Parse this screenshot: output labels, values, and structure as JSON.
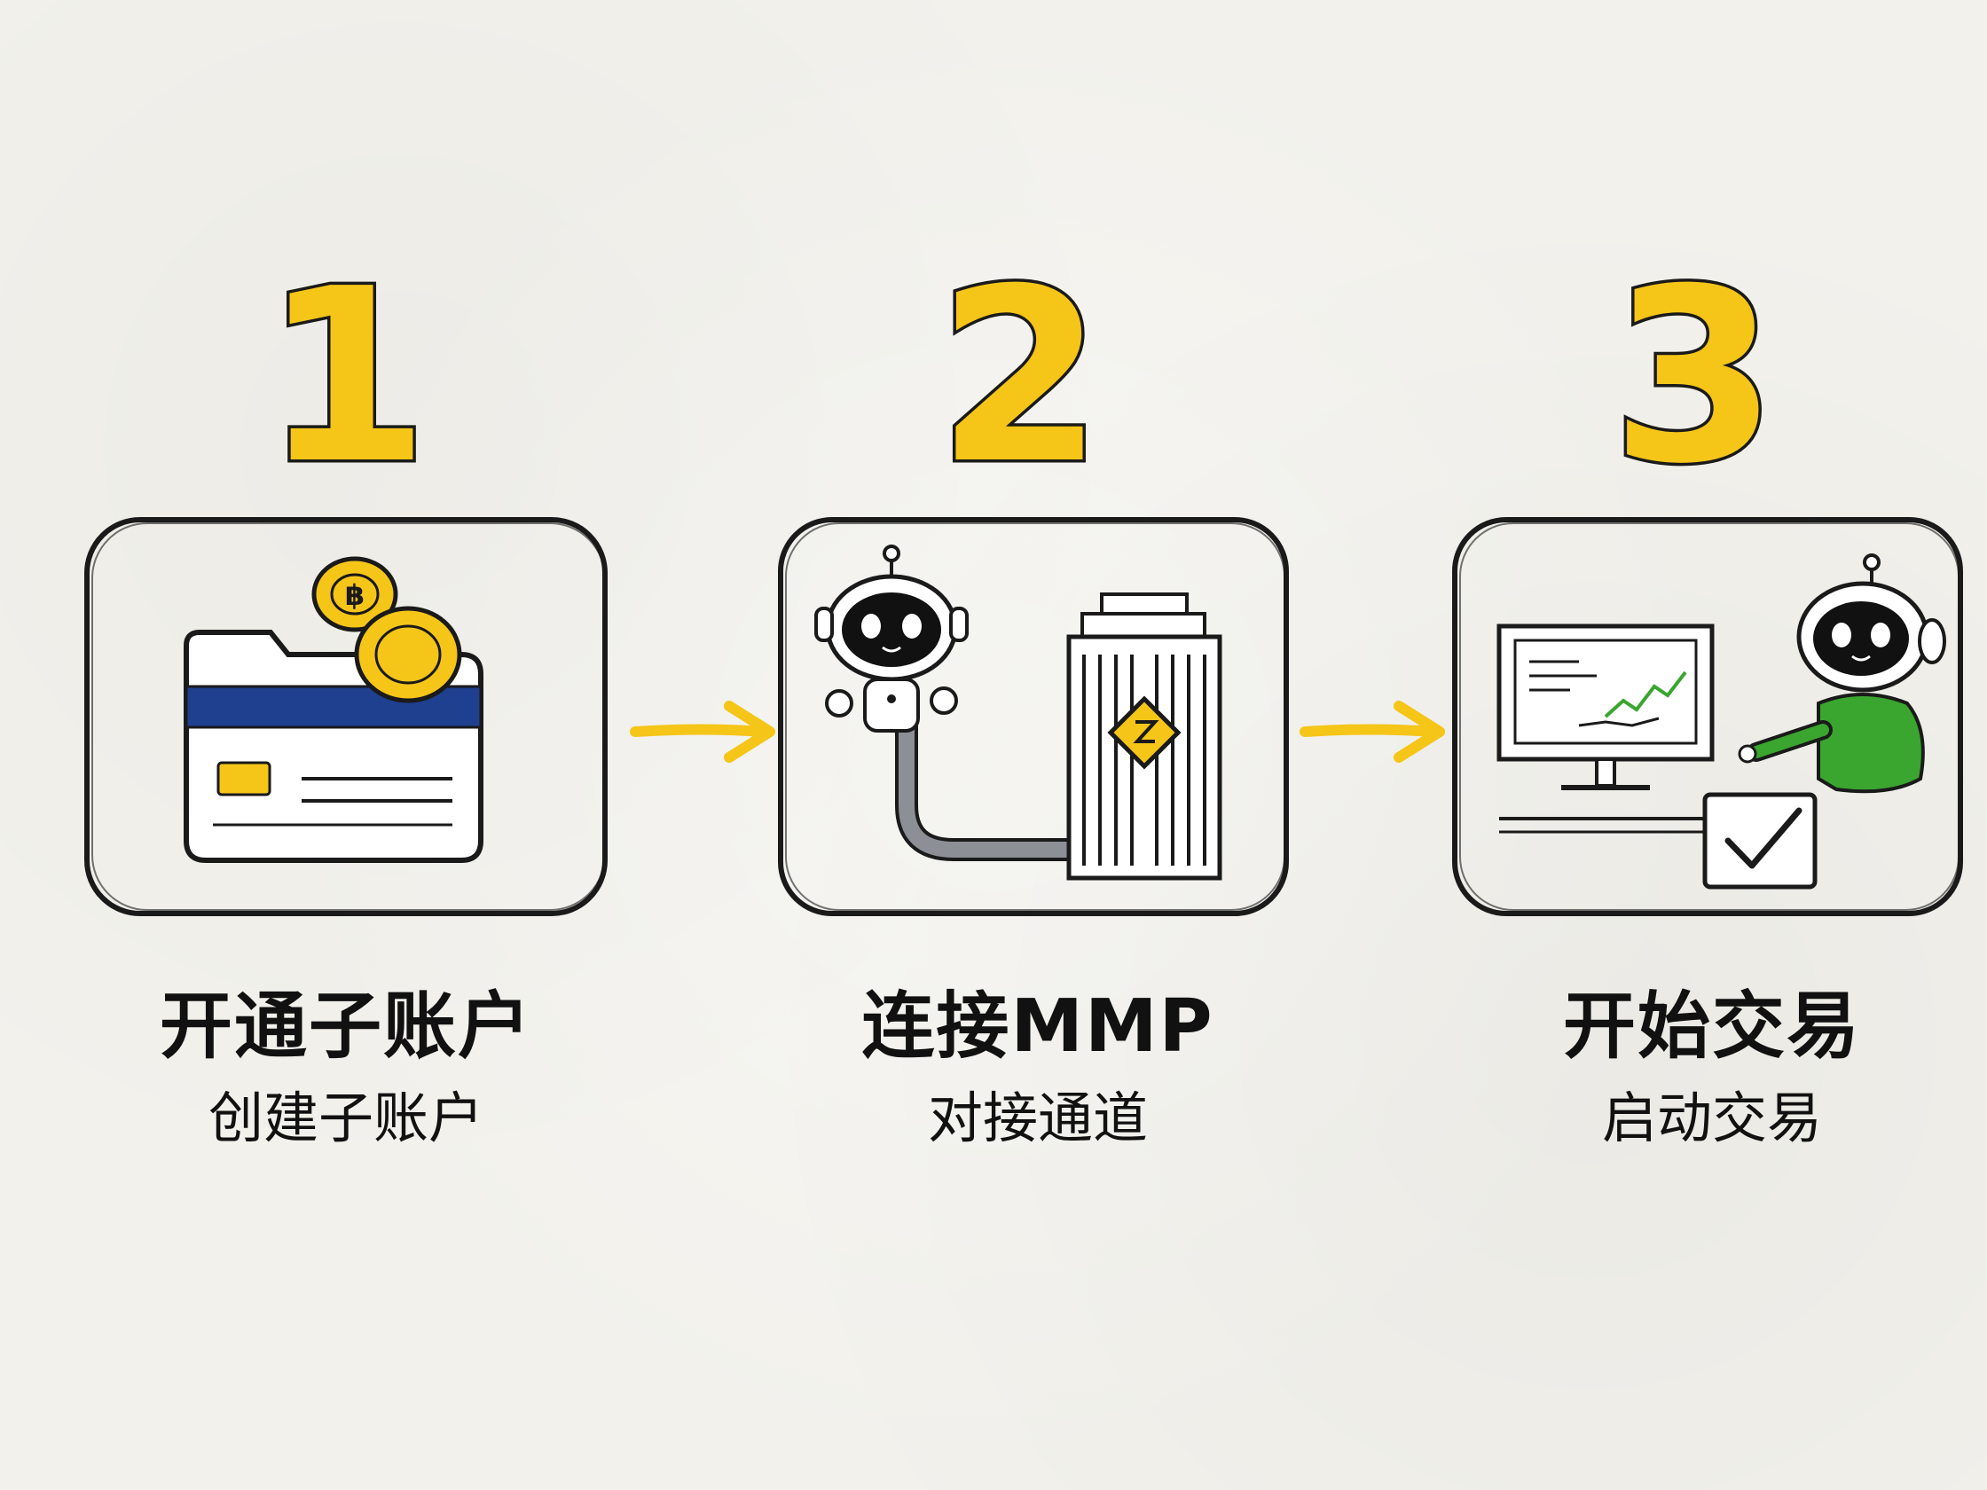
{
  "steps": [
    {
      "number": "1",
      "title": "开通子账户",
      "subtitle": "创建子账户",
      "icon": "card-coins-icon"
    },
    {
      "number": "2",
      "title": "连接MMP",
      "subtitle": "对接通道",
      "icon": "robot-server-icon"
    },
    {
      "number": "3",
      "title": "开始交易",
      "subtitle": "启动交易",
      "icon": "robot-trading-icon"
    }
  ],
  "colors": {
    "accent_yellow": "#f5c518",
    "outline": "#1a1a1a",
    "card_blue": "#1f3f8f",
    "robot_green": "#3aa52f",
    "paper": "#f2f1ec"
  }
}
